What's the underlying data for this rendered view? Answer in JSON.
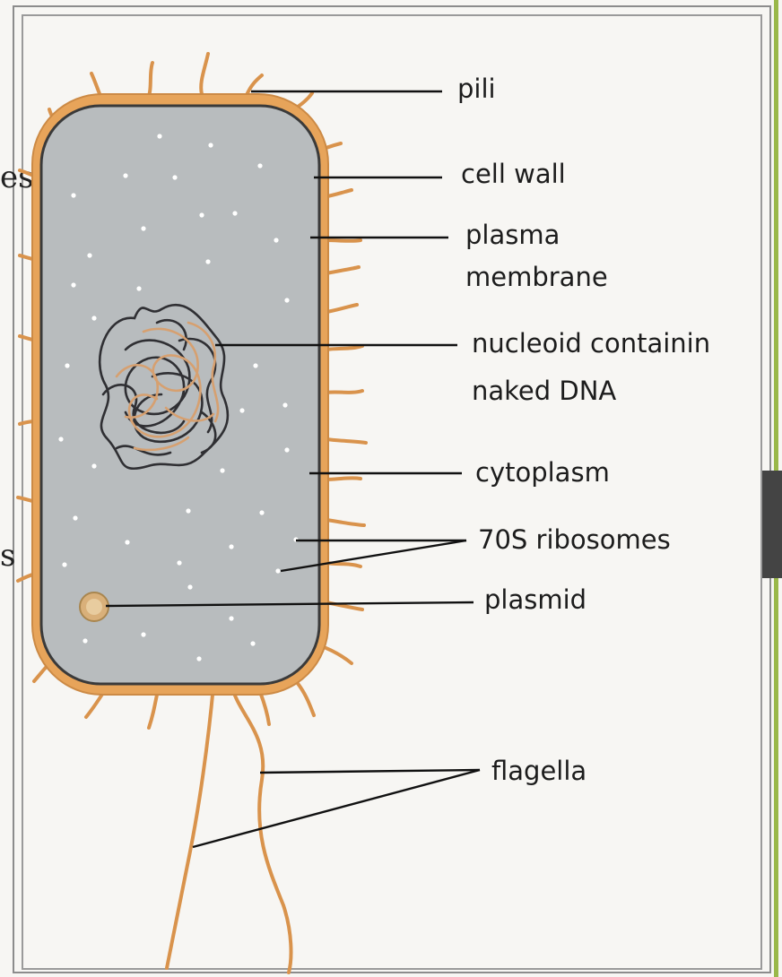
{
  "labels": {
    "pili": "pili",
    "cell_wall": "cell wall",
    "plasma_line1": "plasma",
    "plasma_line2": "membrane",
    "nucleoid_line1": "nucleoid containin",
    "nucleoid_line2": "naked DNA",
    "cytoplasm": "cytoplasm",
    "ribosomes": "70S ribosomes",
    "plasmid": "plasmid",
    "flagella": "flagella"
  },
  "fragments": {
    "left_top": "es",
    "left_mid": "s"
  },
  "colors": {
    "cell_wall": "#e7a45a",
    "cytoplasm": "#b8bcbe",
    "membrane": "#3a3a3a",
    "pili": "#d9934c",
    "dna_dark": "#2f2f33",
    "dna_light": "#d6a070",
    "plasmid": "#d9b07a",
    "leader": "#111111"
  }
}
